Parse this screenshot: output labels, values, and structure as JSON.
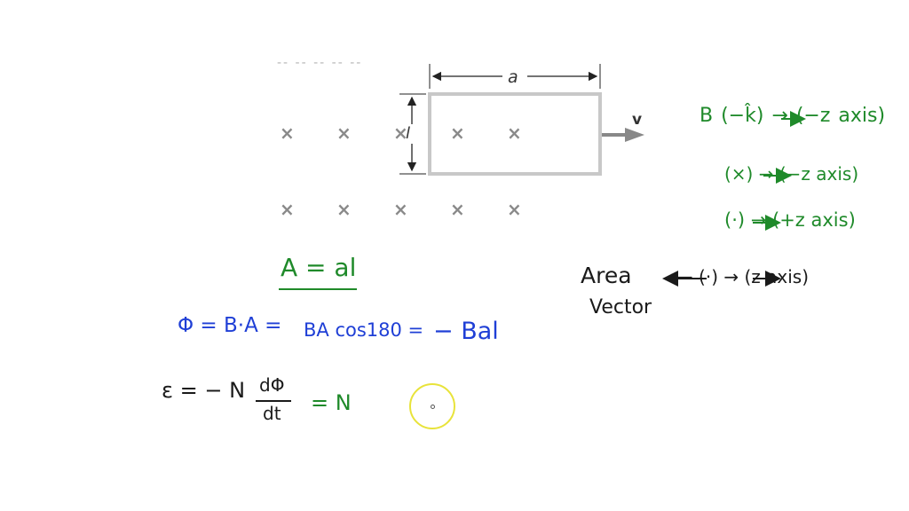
{
  "diagram": {
    "label_a": "a",
    "label_l": "l",
    "label_v": "v",
    "field_symbol": "×",
    "field_top_row": "-- -- -- -- --"
  },
  "notes": {
    "b_direction": "B (−k̂) → (−z axis)",
    "cross_direction": "(×) → (−z axis)",
    "dot_direction": "(·) → (+z axis)",
    "area_word": "Area",
    "vector_word": "Vector",
    "area_vector_relation": "⟵ (·) → (z axis)",
    "area_formula": "A = al",
    "flux_lhs": "Φ = B·A =",
    "flux_mid": "BA cos180 =",
    "flux_rhs": "− Bal",
    "emf_lhs": "ε = − N",
    "emf_num": "dΦ",
    "emf_den": "dt",
    "emf_rhs": "= N"
  },
  "colors": {
    "green": "#1f8a2a",
    "blue": "#1f3fd6",
    "cursor": "#e8e33a"
  }
}
